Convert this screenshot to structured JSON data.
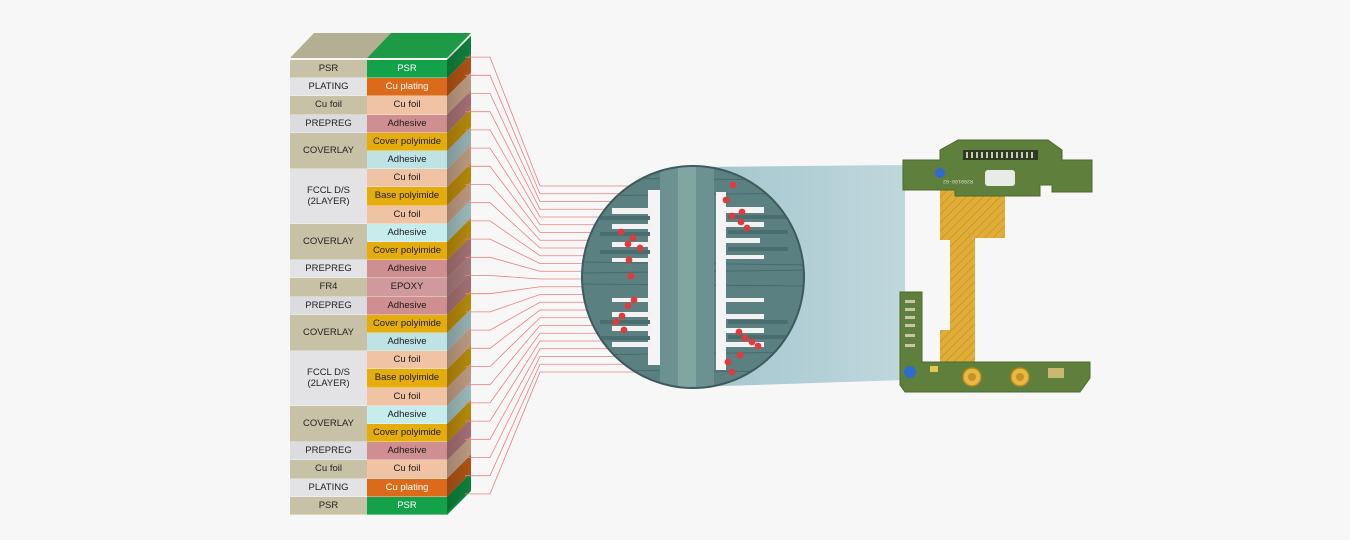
{
  "stackup": {
    "left": [
      {
        "label": "PSR",
        "rows": 1,
        "color": "#c7c2a6"
      },
      {
        "label": "PLATING",
        "rows": 1,
        "color": "#e3e3e6"
      },
      {
        "label": "Cu foil",
        "rows": 1,
        "color": "#c7c2a6"
      },
      {
        "label": "PREPREG",
        "rows": 1,
        "color": "#dcdce0"
      },
      {
        "label": "COVERLAY",
        "rows": 2,
        "color": "#c7c2a6"
      },
      {
        "label": "FCCL D/S\n(2LAYER)",
        "rows": 3,
        "color": "#e3e3e6"
      },
      {
        "label": "COVERLAY",
        "rows": 2,
        "color": "#c7c2a6"
      },
      {
        "label": "PREPREG",
        "rows": 1,
        "color": "#e3e3e6"
      },
      {
        "label": "FR4",
        "rows": 1,
        "color": "#c7c2a6"
      },
      {
        "label": "PREPREG",
        "rows": 1,
        "color": "#dcdce0"
      },
      {
        "label": "COVERLAY",
        "rows": 2,
        "color": "#c7c2a6"
      },
      {
        "label": "FCCL D/S\n(2LAYER)",
        "rows": 3,
        "color": "#e3e3e6"
      },
      {
        "label": "COVERLAY",
        "rows": 2,
        "color": "#c7c2a6"
      },
      {
        "label": "PREPREG",
        "rows": 1,
        "color": "#dcdce0"
      },
      {
        "label": "Cu foil",
        "rows": 1,
        "color": "#c7c2a6"
      },
      {
        "label": "PLATING",
        "rows": 1,
        "color": "#e3e3e6"
      },
      {
        "label": "PSR",
        "rows": 1,
        "color": "#c7c2a6"
      }
    ],
    "right": [
      {
        "label": "PSR",
        "color": "#13a24a",
        "dark": true
      },
      {
        "label": "Cu plating",
        "color": "#db6a1a",
        "dark": true
      },
      {
        "label": "Cu foil",
        "color": "#efc3a3",
        "dark": false
      },
      {
        "label": "Adhesive",
        "color": "#cf8e90",
        "dark": false
      },
      {
        "label": "Cover polyimide",
        "color": "#e5ad0c",
        "dark": false
      },
      {
        "label": "Adhesive",
        "color": "#bfe2e4",
        "dark": false
      },
      {
        "label": "Cu foil",
        "color": "#efc3a3",
        "dark": false
      },
      {
        "label": "Base polyimide",
        "color": "#e5ad0c",
        "dark": false
      },
      {
        "label": "Cu foil",
        "color": "#efc3a3",
        "dark": false
      },
      {
        "label": "Adhesive",
        "color": "#c6ecee",
        "dark": false
      },
      {
        "label": "Cover polyimide",
        "color": "#e5ad0c",
        "dark": false
      },
      {
        "label": "Adhesive",
        "color": "#cf8e90",
        "dark": false
      },
      {
        "label": "EPOXY",
        "color": "#d09a9c",
        "dark": false
      },
      {
        "label": "Adhesive",
        "color": "#cf8e90",
        "dark": false
      },
      {
        "label": "Cover polyimide",
        "color": "#e5ad0c",
        "dark": false
      },
      {
        "label": "Adhesive",
        "color": "#bfe2e4",
        "dark": false
      },
      {
        "label": "Cu foil",
        "color": "#efc3a3",
        "dark": false
      },
      {
        "label": "Base polyimide",
        "color": "#e5ad0c",
        "dark": false
      },
      {
        "label": "Cu foil",
        "color": "#efc3a3",
        "dark": false
      },
      {
        "label": "Adhesive",
        "color": "#c6ecee",
        "dark": false
      },
      {
        "label": "Cover polyimide",
        "color": "#e5ad0c",
        "dark": false
      },
      {
        "label": "Adhesive",
        "color": "#cf8e90",
        "dark": false
      },
      {
        "label": "Cu foil",
        "color": "#efc3a3",
        "dark": false
      },
      {
        "label": "Cu plating",
        "color": "#db6a1a",
        "dark": true
      },
      {
        "label": "PSR",
        "color": "#13a24a",
        "dark": true
      }
    ]
  },
  "colors": {
    "leader_line": "#e88080",
    "cross_section_bg": "#557e80",
    "dot": "#e03a3a",
    "pcb_green": "#5a7d3a",
    "flex_gold": "#e2b43c",
    "zoom_cone": "#8fbac4"
  },
  "pcb": {
    "marking": "R200108-02"
  }
}
